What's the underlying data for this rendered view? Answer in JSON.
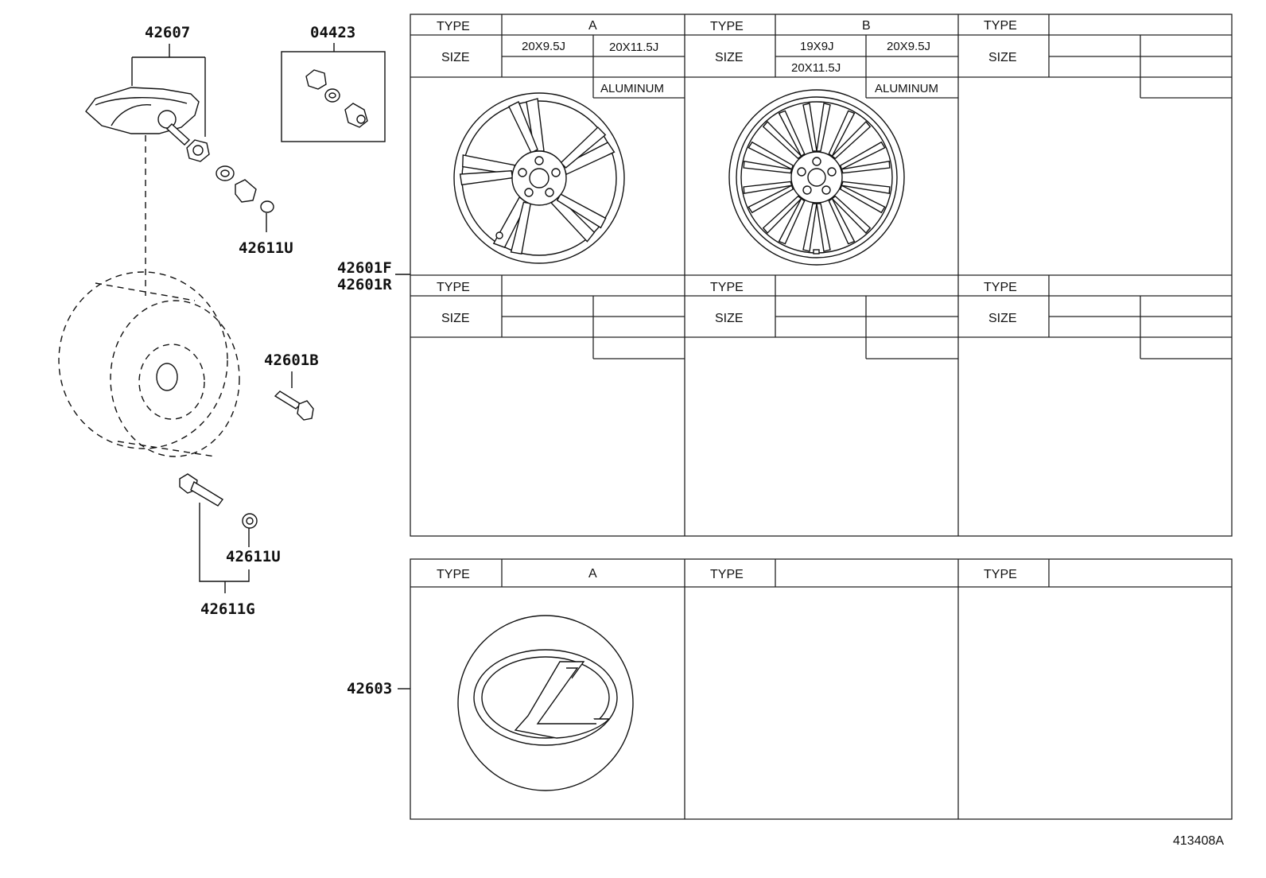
{
  "parts": {
    "p42607": "42607",
    "p04423": "04423",
    "p42611U_top": "42611U",
    "p42601F": "42601F",
    "p42601R": "42601R",
    "p42601B": "42601B",
    "p42611U_bottom": "42611U",
    "p42611G": "42611G",
    "p42603": "42603"
  },
  "wheel_table": {
    "type_label": "TYPE",
    "size_label": "SIZE",
    "col1": {
      "type": "A",
      "size_a": "20X9.5J",
      "size_b": "20X11.5J",
      "material": "ALUMINUM"
    },
    "col2": {
      "type": "B",
      "size_a": "19X9J",
      "size_b": "20X9.5J",
      "size_c": "20X11.5J",
      "material": "ALUMINUM"
    }
  },
  "cap_table": {
    "type_label": "TYPE",
    "col1": {
      "type": "A"
    }
  },
  "diagram_id": "413408A"
}
